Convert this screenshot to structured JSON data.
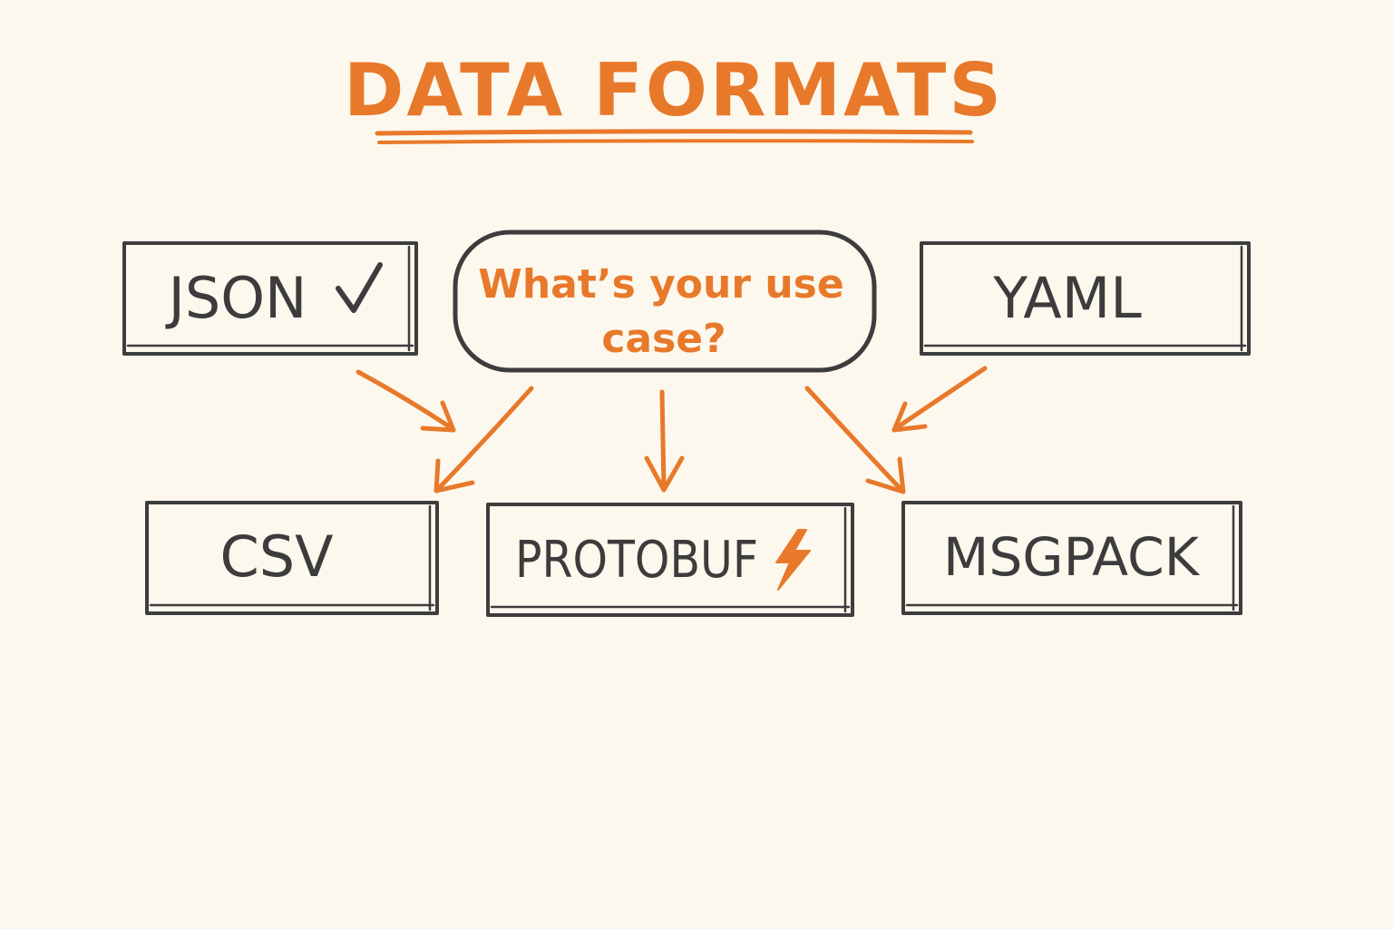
{
  "title": "DATA FORMATS",
  "center": {
    "line1": "What’s your use",
    "line2": "case?"
  },
  "formats": {
    "json": "JSON",
    "yaml": "YAML",
    "csv": "CSV",
    "protobuf": "PROTOBUF",
    "msgpack": "MSGPACK"
  },
  "icons": {
    "json_mark": "checkmark-icon",
    "protobuf_mark": "lightning-bolt-icon"
  },
  "colors": {
    "background": "#fcf8ee",
    "accent": "#e8792a",
    "ink": "#3d3d3d"
  }
}
